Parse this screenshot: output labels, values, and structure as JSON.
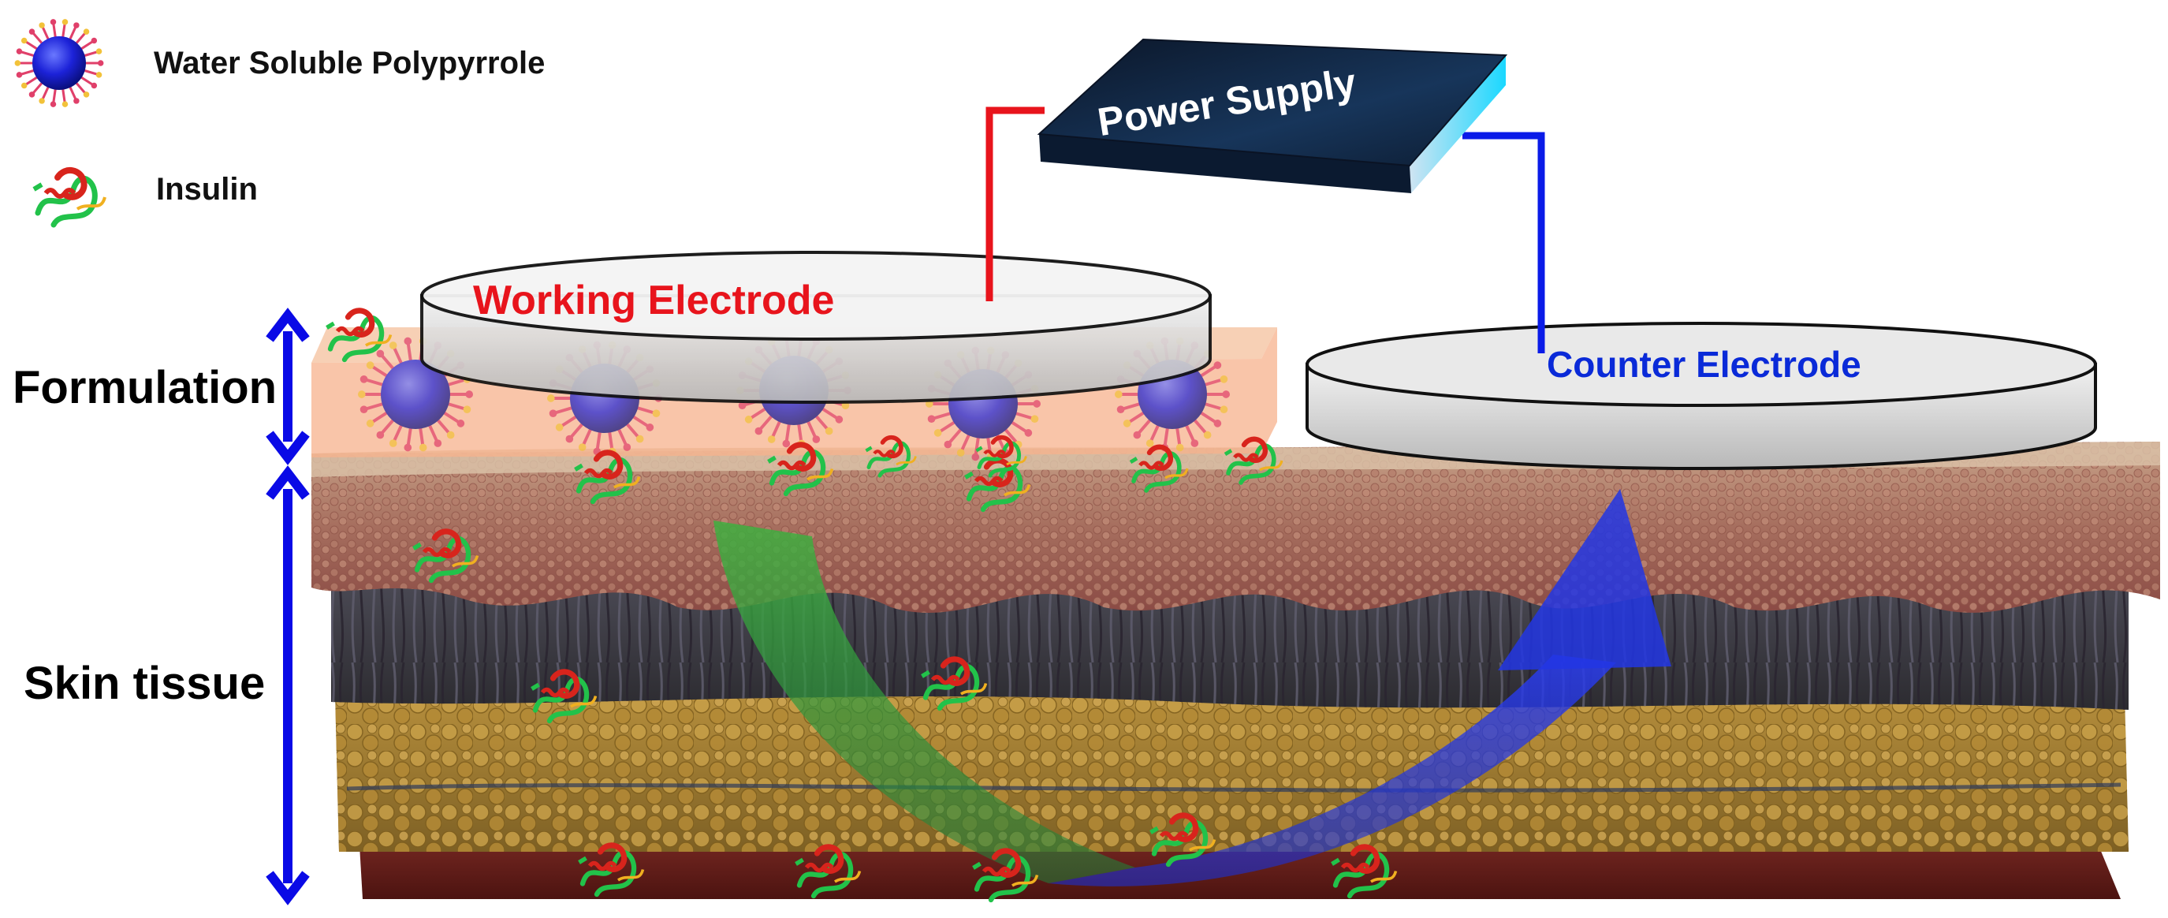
{
  "legend": {
    "polypyrrole_label": "Water Soluble Polypyrrole",
    "insulin_label": "Insulin"
  },
  "labels": {
    "formulation": "Formulation",
    "skin_tissue": "Skin tissue",
    "power_supply": "Power Supply",
    "working_electrode": "Working Electrode",
    "counter_electrode": "Counter Electrode"
  },
  "colors": {
    "anode_wire": "#e8141c",
    "cathode_wire": "#0a1be8",
    "working_text": "#e8141c",
    "counter_text": "#0a2ad8",
    "arrows": "#0a0ae6",
    "polypyrrole_core": "#2020d0",
    "polypyrrole_spikes": "#e0406a",
    "insulin_ribbon": "#22c24a",
    "insulin_helix": "#d8241c",
    "formulation_layer": "#f7b28c",
    "epidermis": "#a8685a",
    "dermis_fibers": "#3a2f34",
    "fat_layer": "#a8802e",
    "muscle": "#6a1e1a",
    "flow_green": "#2d9b2d",
    "flow_blue": "#1830c8",
    "power_supply_top": "#0f2038"
  }
}
